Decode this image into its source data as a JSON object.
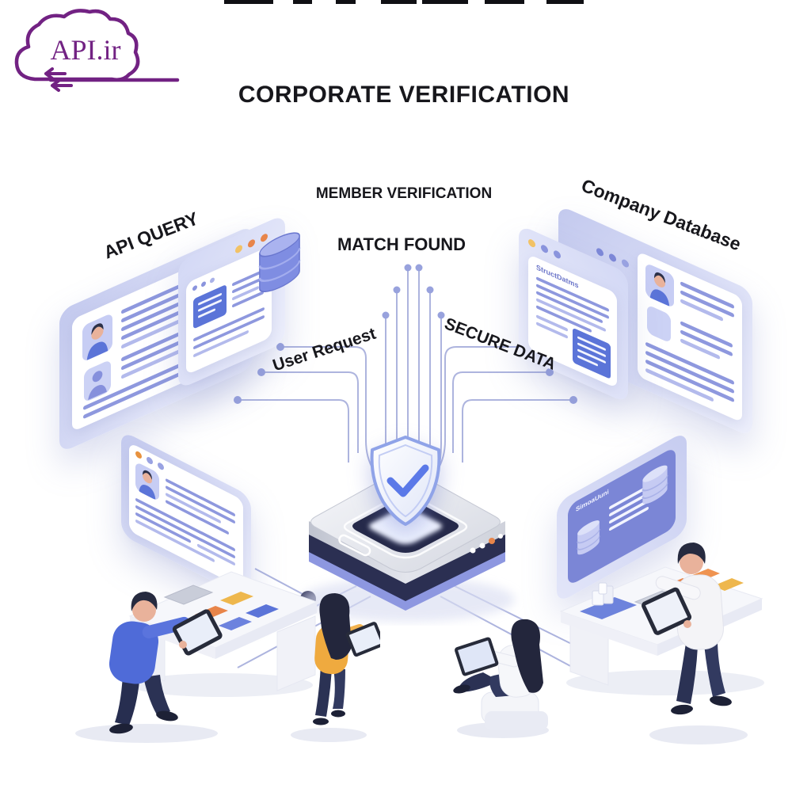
{
  "logo": {
    "text": "API.ir",
    "color": "#722283"
  },
  "title": "CORPORATE VERIFICATION",
  "labels": {
    "member_verification": "MEMBER VERIFICATION",
    "match_found": "MATCH FOUND",
    "api_query": "API QUERY",
    "company_database": "Company Database",
    "user_request": "User Request",
    "secure_data": "SECURE DATA"
  },
  "panel_texts": {
    "right_small_header": "StructDatms",
    "bottom_right_header": "SimoaUuni"
  },
  "icons": {
    "logo": "cloud-api-logo",
    "center": "shield-check-icon",
    "panels": "database-cylinder-icon",
    "people": [
      "man-blue-shirt-tablet",
      "woman-yellow-top-tablet",
      "woman-sitting-tablet",
      "man-white-shirt-tablet"
    ]
  },
  "colors": {
    "brand_purple": "#722283",
    "panel_lavender": "#ccd2f2",
    "accent_blue": "#5b74d8",
    "accent_orange": "#e8854a",
    "accent_yellow": "#eeb74d",
    "circuit_line": "#a9b0dd",
    "hub_navy": "#2b2f52",
    "text_dark": "#17171c"
  }
}
